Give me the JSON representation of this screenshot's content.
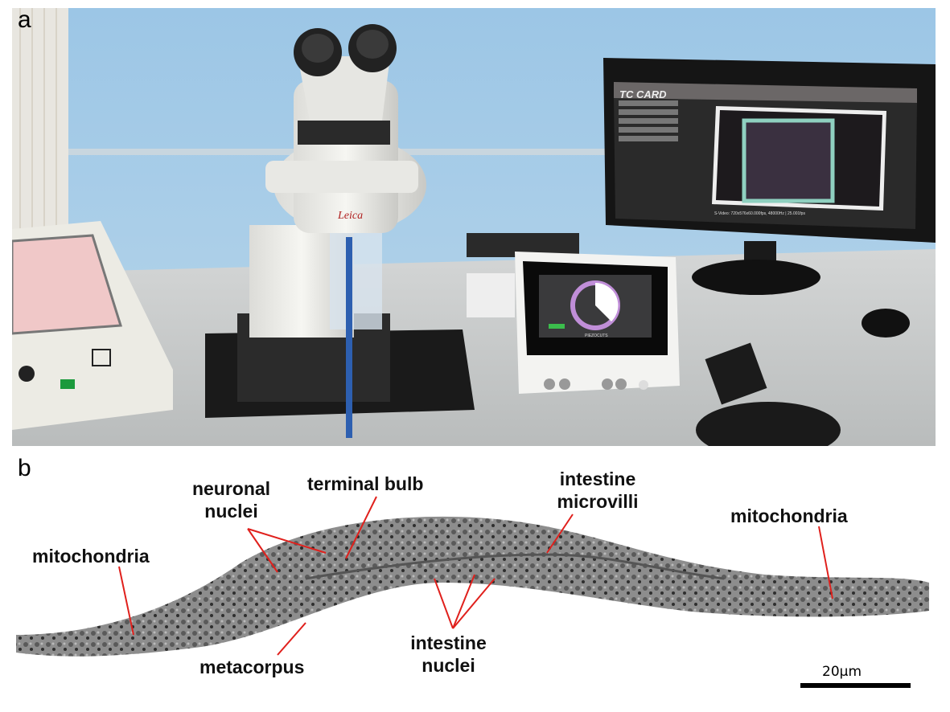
{
  "panel_a": {
    "letter": "a",
    "monitor": {
      "title": "TC CARD",
      "menu": [
        "",
        "",
        "",
        "",
        ""
      ],
      "status": "S-Video: 720x576x60.000fps, 48000Hz | 25.001fps"
    },
    "microscope_brand": "Leica",
    "controller_brand": "PIEZOCUTS"
  },
  "panel_b": {
    "letter": "b",
    "labels": {
      "neuronal_nuclei": [
        "neuronal",
        "nuclei"
      ],
      "terminal_bulb": "terminal bulb",
      "intestine_microvilli": [
        "intestine",
        "microvilli"
      ],
      "mitochondria_left": "mitochondria",
      "mitochondria_right": "mitochondria",
      "metacorpus": "metacorpus",
      "intestine_nuclei": [
        "intestine",
        "nuclei"
      ]
    },
    "scale_bar": "20μm",
    "pointer_color": "#e0201c"
  }
}
